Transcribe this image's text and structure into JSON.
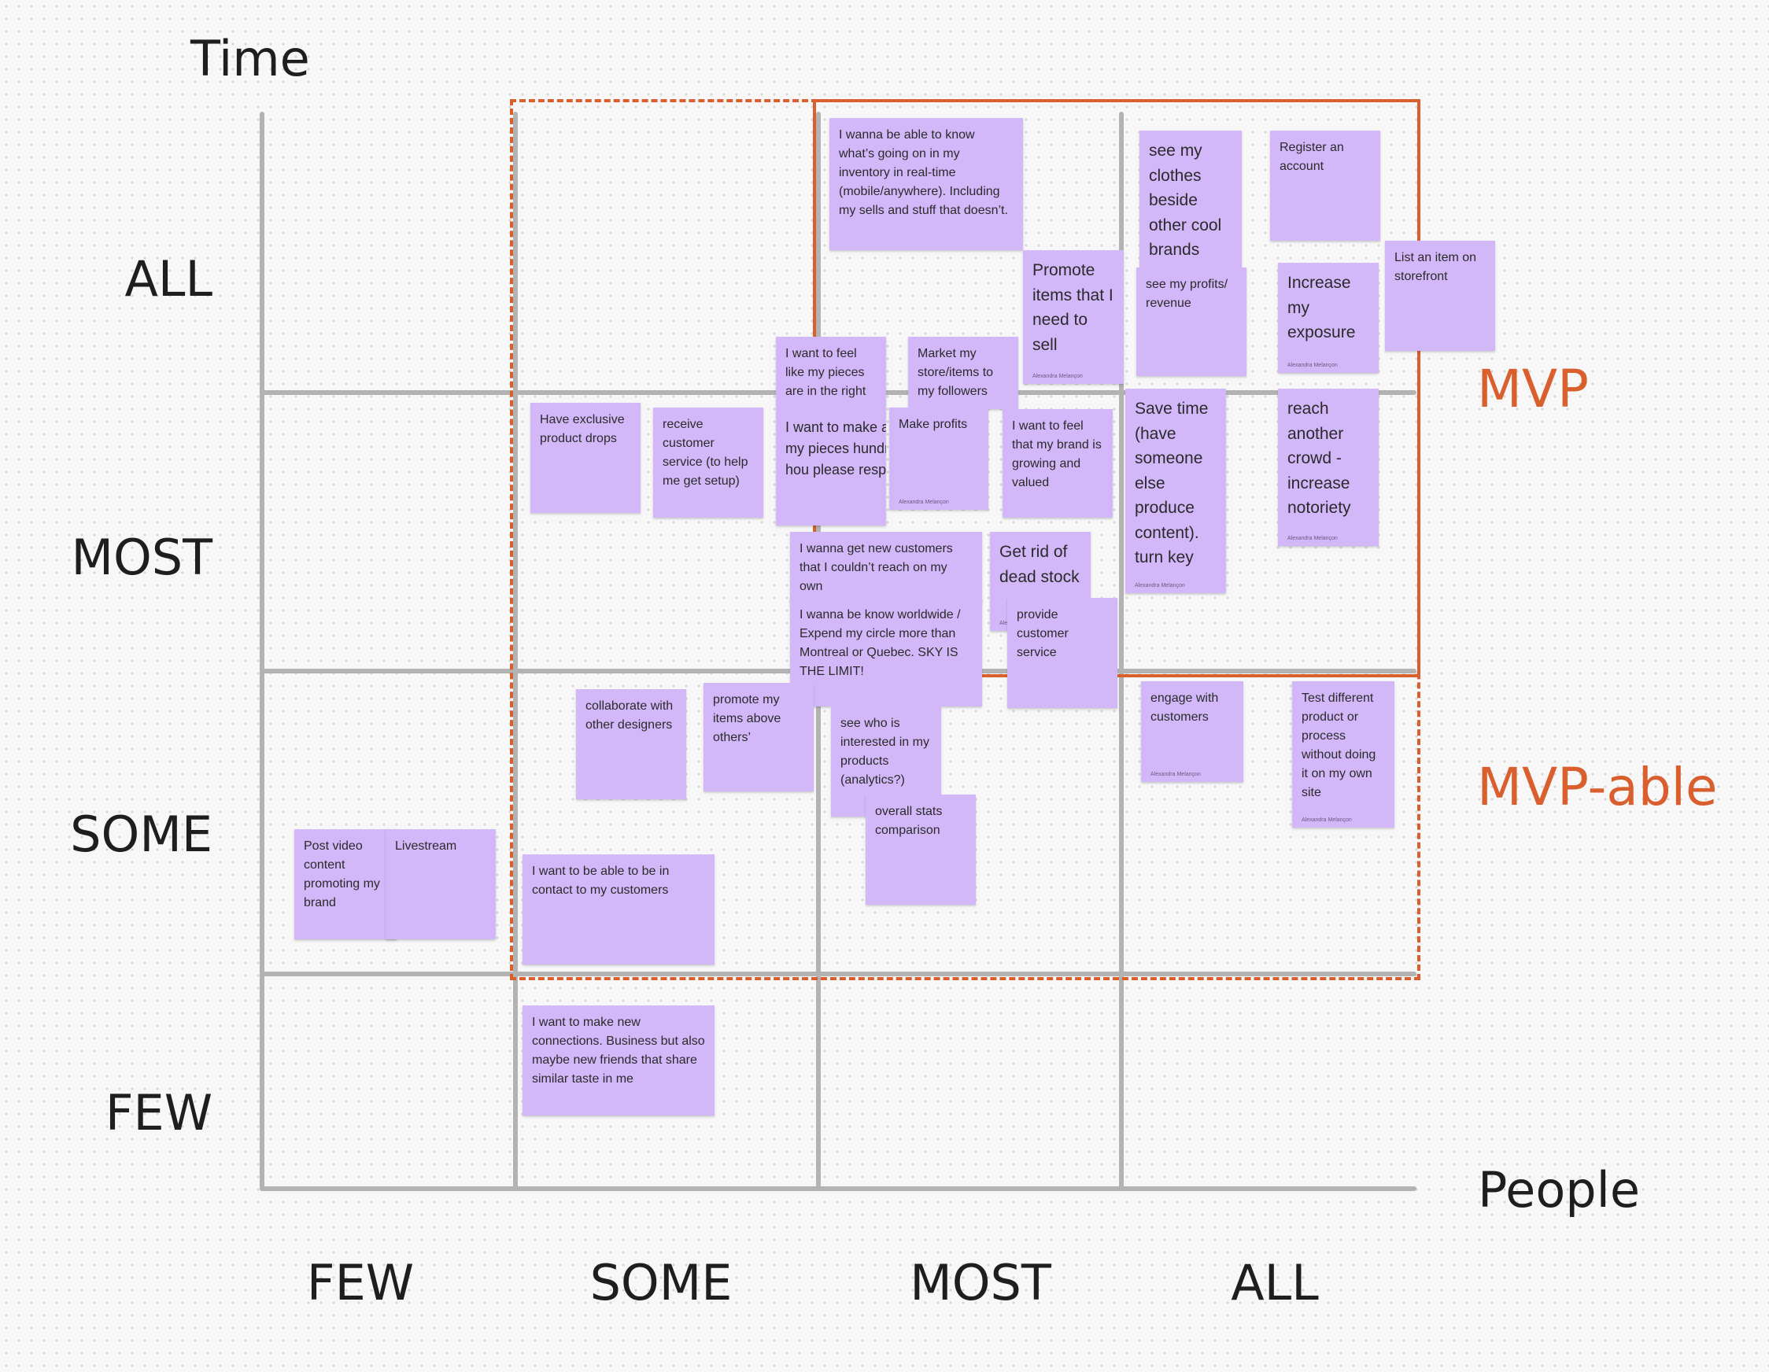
{
  "axes": {
    "y_title": "Time",
    "x_title": "People",
    "y_levels": [
      "ALL",
      "MOST",
      "SOME",
      "FEW"
    ],
    "x_levels": [
      "FEW",
      "SOME",
      "MOST",
      "ALL"
    ]
  },
  "zones": {
    "mvp": "MVP",
    "mvp_able": "MVP-able",
    "color": "#d95f2e"
  },
  "note_color": "#d3b8f9",
  "notes": [
    {
      "text": "I wanna be able to know what’s going on in my inventory in real-time (mobile/anywhere). Including my sells and stuff that doesn’t.",
      "author": ""
    },
    {
      "text": "see my clothes beside other cool brands",
      "author": ""
    },
    {
      "text": "Register an account",
      "author": ""
    },
    {
      "text": "List an item on storefront",
      "author": ""
    },
    {
      "text": "Promote items that I need to sell",
      "author": "Alexandra Melançon"
    },
    {
      "text": "see my profits/ revenue",
      "author": ""
    },
    {
      "text": "Increase my exposure",
      "author": "Alexandra Melançon"
    },
    {
      "text": "I want to feel like my pieces are in the right",
      "author": ""
    },
    {
      "text": "Market my store/items to my followers",
      "author": ""
    },
    {
      "text": "Have exclusive product drops",
      "author": ""
    },
    {
      "text": "receive customer service (to help me get setup)",
      "author": ""
    },
    {
      "text": "I want to make a out of my pieces hundreds of hou please respect t",
      "author": ""
    },
    {
      "text": "Make profits",
      "author": "Alexandra Melançon"
    },
    {
      "text": "I want to feel that my brand is growing and valued",
      "author": ""
    },
    {
      "text": "Save time (have someone else produce content). turn key",
      "author": "Alexandra Melançon"
    },
    {
      "text": "reach another crowd - increase notoriety",
      "author": "Alexandra Melançon"
    },
    {
      "text": "I wanna get new customers that I couldn’t reach on my own",
      "author": ""
    },
    {
      "text": "I wanna be know worldwide / Expend my circle more than Montreal or Quebec. SKY IS THE LIMIT!",
      "author": ""
    },
    {
      "text": "Get rid of dead stock",
      "author": "Ale"
    },
    {
      "text": "provide customer service",
      "author": ""
    },
    {
      "text": "collaborate with other designers",
      "author": ""
    },
    {
      "text": "promote my items above others’",
      "author": ""
    },
    {
      "text": "see who is interested in my products (analytics?)",
      "author": ""
    },
    {
      "text": "overall stats comparison",
      "author": ""
    },
    {
      "text": "engage with customers",
      "author": "Alexandra Melançon"
    },
    {
      "text": "Test different product or process without doing it on my own site",
      "author": "Alexandra Melançon"
    },
    {
      "text": "Post video content promoting my brand",
      "author": ""
    },
    {
      "text": "Livestream",
      "author": ""
    },
    {
      "text": "I want to be able to be in contact to my customers",
      "author": ""
    },
    {
      "text": "I want to make new connections. Business but also maybe new friends that share similar taste in me",
      "author": ""
    }
  ]
}
